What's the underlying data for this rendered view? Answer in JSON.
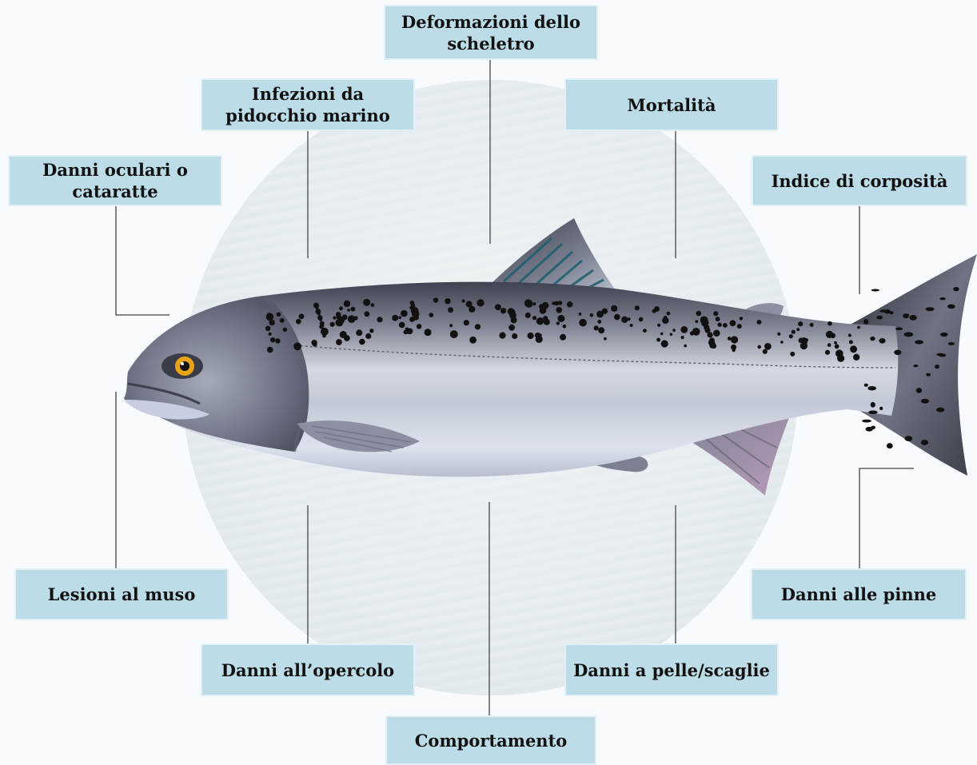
{
  "labels": {
    "skeleton": "Deformazioni dello scheletro",
    "sea_lice": "Infezioni da pidocchio marino",
    "mortality": "Mortalità",
    "eye": "Danni oculari o cataratte",
    "condition": "Indice di corposità",
    "snout": "Lesioni al muso",
    "fins": "Danni alle pinne",
    "operculum": "Danni all’opercolo",
    "skin": "Danni a pelle/scaglie",
    "behaviour": "Comportamento"
  },
  "colors": {
    "label_fill": "#bcdde8",
    "label_border": "#e3f1f6",
    "background_circle": "#e3eaee",
    "fish_back": "#4a4d5c",
    "fish_belly": "#e4e8f3",
    "fin_teal": "#1d5e6e",
    "eye_iris": "#e8a317"
  }
}
